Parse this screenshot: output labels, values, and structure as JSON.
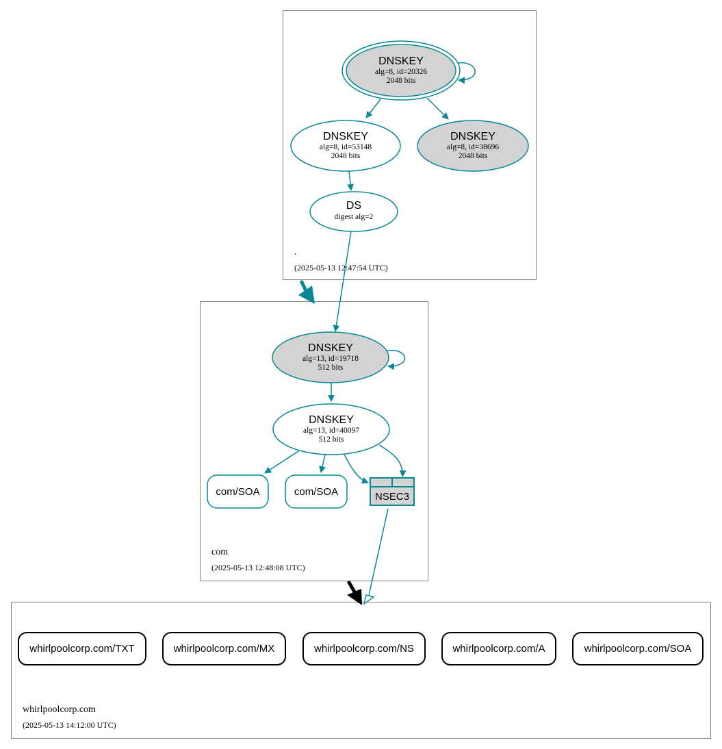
{
  "colors": {
    "edge": "#0a8796",
    "node_fill_sep": "#d3d3d3",
    "node_fill": "#ffffff",
    "zone_border": "#808080",
    "delegation_arrow_root_to_com": "#0a8796",
    "delegation_arrow_com_to_domain": "#000000"
  },
  "zones": {
    "root": {
      "name": ".",
      "timestamp": "(2025-05-13 12:47:54 UTC)",
      "nodes": {
        "ksk": {
          "title": "DNSKEY",
          "line1": "alg=8, id=20326",
          "line2": "2048 bits",
          "style": "double-ellipse-filled",
          "self_signed": true
        },
        "zsk": {
          "title": "DNSKEY",
          "line1": "alg=8, id=53148",
          "line2": "2048 bits",
          "style": "ellipse"
        },
        "sep2": {
          "title": "DNSKEY",
          "line1": "alg=8, id=38696",
          "line2": "2048 bits",
          "style": "ellipse-filled"
        },
        "ds": {
          "title": "DS",
          "line1": "digest alg=2",
          "style": "ellipse"
        }
      }
    },
    "com": {
      "name": "com",
      "timestamp": "(2025-05-13 12:48:08 UTC)",
      "nodes": {
        "ksk": {
          "title": "DNSKEY",
          "line1": "alg=13, id=19718",
          "line2": "512 bits",
          "style": "ellipse-filled",
          "self_signed": true
        },
        "zsk": {
          "title": "DNSKEY",
          "line1": "alg=13, id=40097",
          "line2": "512 bits",
          "style": "ellipse"
        },
        "soa1": {
          "label": "com/SOA"
        },
        "soa2": {
          "label": "com/SOA"
        },
        "nsec3": {
          "label": "NSEC3"
        }
      }
    },
    "domain": {
      "name": "whirlpoolcorp.com",
      "timestamp": "(2025-05-13 14:12:00 UTC)",
      "records": [
        {
          "label": "whirlpoolcorp.com/TXT"
        },
        {
          "label": "whirlpoolcorp.com/MX"
        },
        {
          "label": "whirlpoolcorp.com/NS"
        },
        {
          "label": "whirlpoolcorp.com/A"
        },
        {
          "label": "whirlpoolcorp.com/SOA"
        }
      ]
    }
  }
}
